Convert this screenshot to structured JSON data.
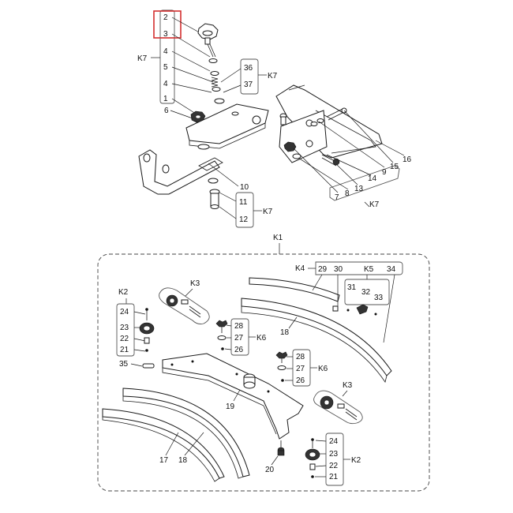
{
  "highlight_color": "#d32f2f",
  "top_left_group": {
    "kit": "K7",
    "column_labels": [
      "2",
      "3",
      "4",
      "5",
      "4",
      "1"
    ],
    "right_box": [
      "36",
      "37"
    ],
    "right_box_kit": "K7",
    "callout_6": "6",
    "callout_10": "10",
    "bottom_box": [
      "11",
      "12"
    ],
    "bottom_box_kit": "K7"
  },
  "top_right_group": {
    "labels": [
      "7",
      "8",
      "13",
      "14",
      "9",
      "15",
      "16"
    ],
    "kit": "K7"
  },
  "bottom_group": {
    "kit": "K1",
    "k4": {
      "kit": "K4",
      "labels": [
        "29",
        "30"
      ]
    },
    "k5": {
      "kit": "K5",
      "labels": [
        "31",
        "32",
        "33",
        "34"
      ]
    },
    "callout_18_top": "18",
    "k2_left": {
      "kit": "K2",
      "labels": [
        "24",
        "23",
        "22",
        "21"
      ]
    },
    "k3_left": "K3",
    "k6_upper": {
      "kit": "K6",
      "labels": [
        "28",
        "27",
        "26"
      ]
    },
    "k6_lower": {
      "kit": "K6",
      "labels": [
        "28",
        "27",
        "26"
      ]
    },
    "callout_35": "35",
    "callout_19": "19",
    "k3_right": "K3",
    "callout_17": "17",
    "callout_18_bottom": "18",
    "callout_20": "20",
    "k2_right": {
      "kit": "K2",
      "labels": [
        "24",
        "23",
        "22",
        "21"
      ]
    }
  }
}
